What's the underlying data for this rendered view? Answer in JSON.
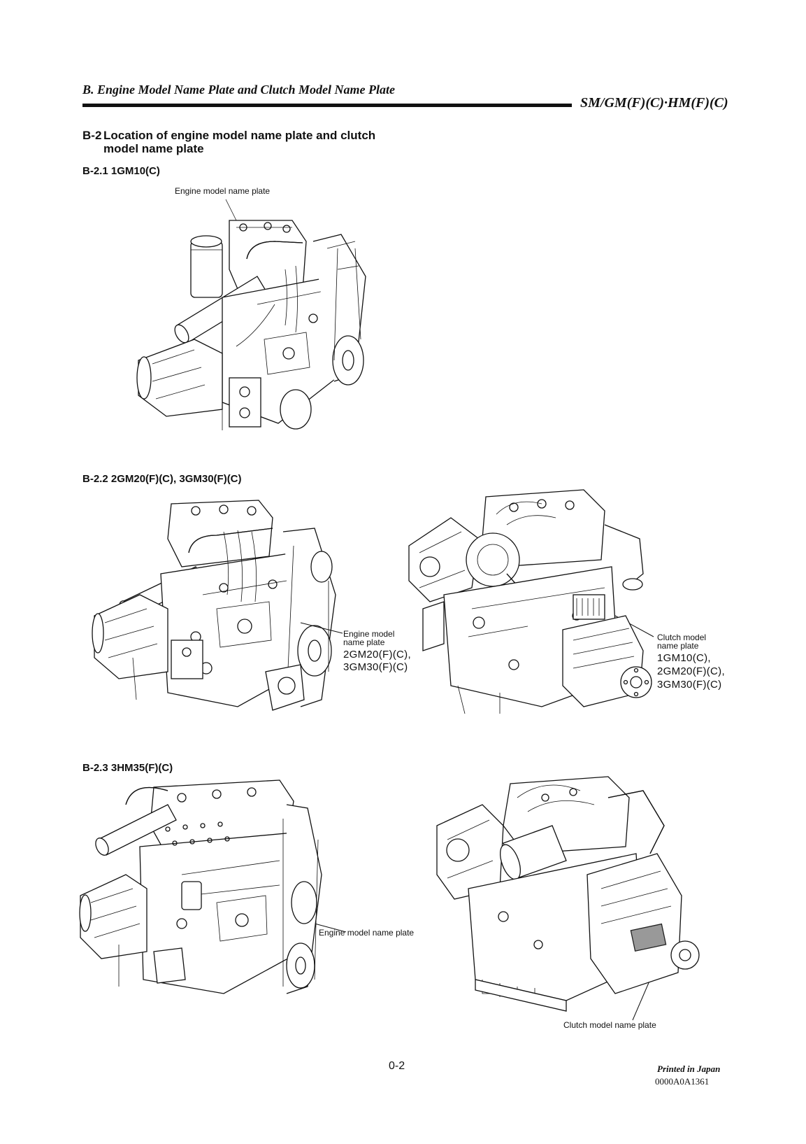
{
  "header": {
    "title": "B. Engine Model Name Plate and Clutch Model Name Plate",
    "model_series": "SM/GM(F)(C)·HM(F)(C)"
  },
  "section": {
    "number": "B-2",
    "title_line1": "Location of engine model name plate and clutch",
    "title_line2": "model name plate"
  },
  "subsections": [
    {
      "heading": "B-2.1 1GM10(C)",
      "figures": [
        {
          "description": "1GM10(C) engine illustration",
          "callouts": [
            {
              "label": "Engine model name plate"
            }
          ]
        }
      ]
    },
    {
      "heading": "B-2.2 2GM20(F)(C), 3GM30(F)(C)",
      "figures": [
        {
          "description": "2GM20/3GM30 engine, front-right view",
          "callouts": [
            {
              "label_line1": "Engine model",
              "label_line2": "name plate",
              "models": [
                "2GM20(F)(C),",
                "3GM30(F)(C)"
              ]
            }
          ]
        },
        {
          "description": "2GM20/3GM30 engine, rear-left view",
          "callouts": [
            {
              "label_line1": "Clutch model",
              "label_line2": "name plate",
              "models": [
                "1GM10(C),",
                "2GM20(F)(C),",
                "3GM30(F)(C)"
              ]
            }
          ]
        }
      ]
    },
    {
      "heading": "B-2.3 3HM35(F)(C)",
      "figures": [
        {
          "description": "3HM35 engine, front-right view",
          "callouts": [
            {
              "label": "Engine model name plate"
            }
          ]
        },
        {
          "description": "3HM35 engine, rear-left view",
          "callouts": [
            {
              "label": "Clutch model name plate"
            }
          ]
        }
      ]
    }
  ],
  "footer": {
    "page_number": "0-2",
    "printed": "Printed in Japan",
    "doc_code": "0000A0A1361"
  }
}
